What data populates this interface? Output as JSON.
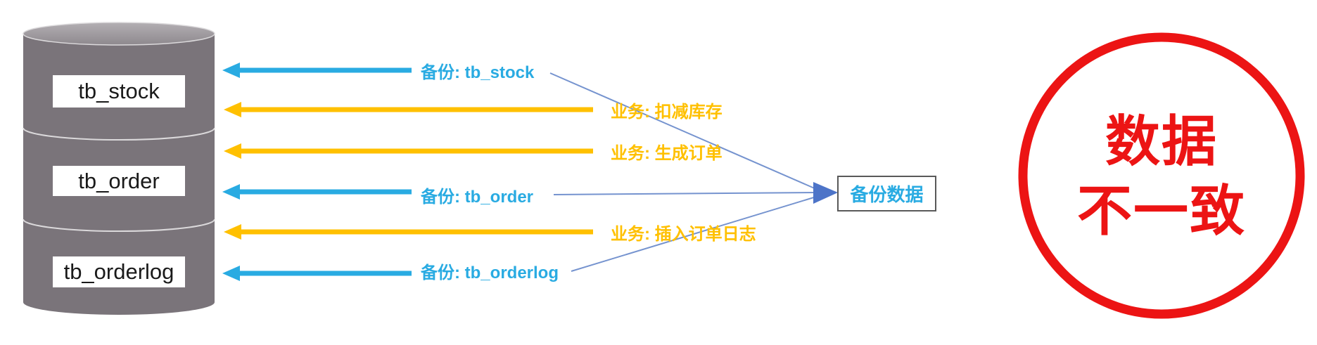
{
  "diagram": {
    "database": {
      "tables": [
        {
          "label": "tb_stock"
        },
        {
          "label": "tb_order"
        },
        {
          "label": "tb_orderlog"
        }
      ]
    },
    "backup_labels": [
      {
        "label": "备份: tb_stock"
      },
      {
        "label": "备份: tb_order"
      },
      {
        "label": "备份: tb_orderlog"
      }
    ],
    "business_labels": [
      {
        "label": "业务: 扣减库存"
      },
      {
        "label": "业务: 生成订单"
      },
      {
        "label": "业务: 插入订单日志"
      }
    ],
    "backup_box": {
      "label": "备份数据"
    },
    "alert": {
      "line1": "数据",
      "line2": "不一致"
    },
    "colors": {
      "backup_arrow": "#29ABE2",
      "business_arrow": "#FFC000",
      "connector": "#7593CF",
      "connector_head": "#4D74C8",
      "alert_red": "#EC1414",
      "cylinder": "#7A747A"
    }
  }
}
